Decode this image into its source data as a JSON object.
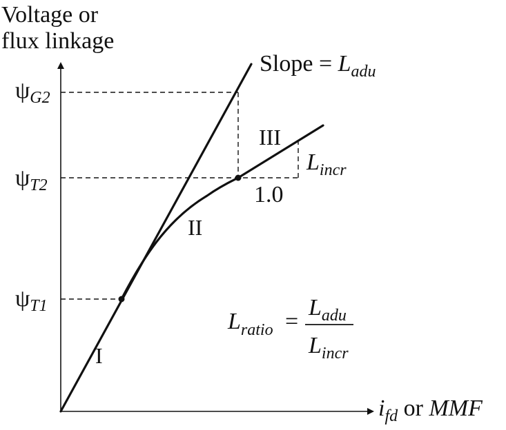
{
  "axes": {
    "y_title_line1": "Voltage or",
    "y_title_line2": "flux linkage",
    "x_title_main": "i",
    "x_title_sub": "fd",
    "x_title_or": " or ",
    "x_title_mmf": "MMF"
  },
  "y_ticks": {
    "g2_sym": "ψ",
    "g2_sub": "G2",
    "t2_sym": "ψ",
    "t2_sub": "T2",
    "t1_sym": "ψ",
    "t1_sub": "T1"
  },
  "slope_label": {
    "text": "Slope  = ",
    "L": "L",
    "sub": "adu"
  },
  "regions": {
    "r1": "I",
    "r2": "II",
    "r3": "III"
  },
  "incr_label": {
    "L": "L",
    "sub": "incr",
    "unit": "1.0"
  },
  "formula": {
    "lhs_L": "L",
    "lhs_sub": "ratio",
    "eq": "=",
    "num_L": "L",
    "num_sub": "adu",
    "den_L": "L",
    "den_sub": "incr"
  }
}
